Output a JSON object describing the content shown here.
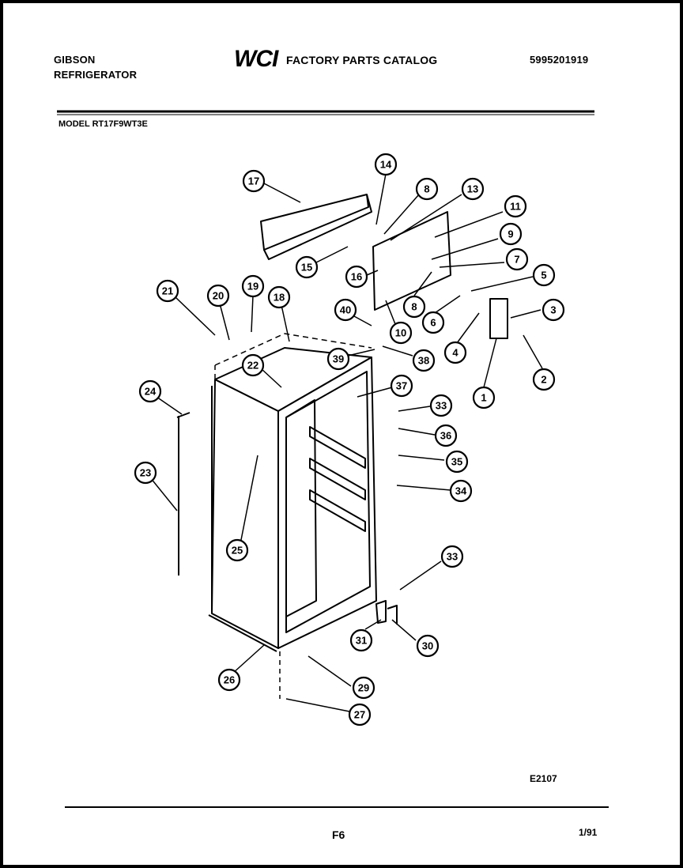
{
  "header": {
    "brand": "GIBSON",
    "product": "REFRIGERATOR",
    "logo": "WCI",
    "catalog_title": "FACTORY PARTS CATALOG",
    "catalog_number": "5995201919",
    "model": "MODEL RT17F9WT3E"
  },
  "diagram": {
    "part_numbers": [
      "1",
      "2",
      "3",
      "4",
      "5",
      "6",
      "7",
      "8",
      "8",
      "9",
      "10",
      "11",
      "13",
      "14",
      "15",
      "16",
      "17",
      "18",
      "19",
      "20",
      "21",
      "22",
      "23",
      "24",
      "25",
      "26",
      "27",
      "29",
      "30",
      "31",
      "33",
      "33",
      "34",
      "35",
      "36",
      "37",
      "38",
      "39",
      "40"
    ],
    "drawing_code": "E2107"
  },
  "footer": {
    "page": "F6",
    "date": "1/91"
  }
}
